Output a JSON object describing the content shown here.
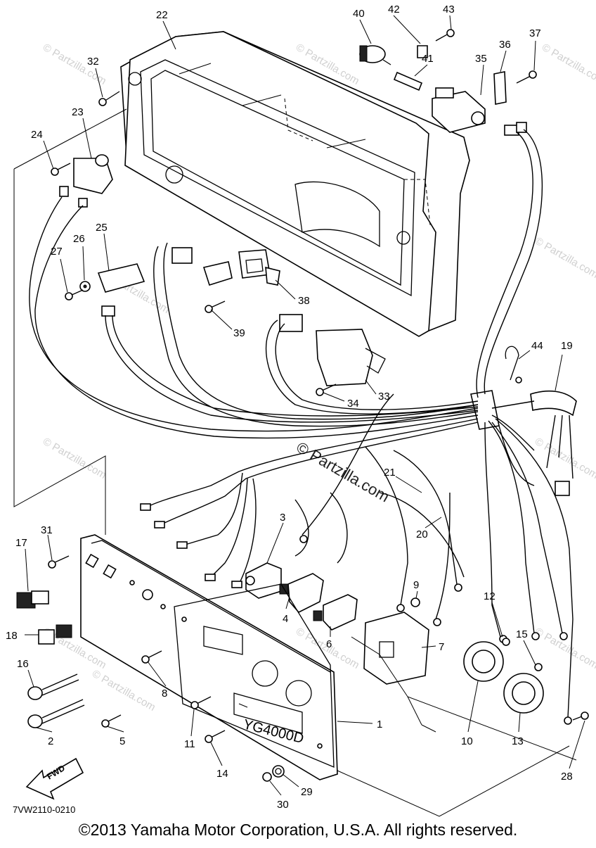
{
  "diagram": {
    "drawing_code": "7VW2110-0210",
    "copyright": "©2013 Yamaha Motor Corporation, U.S.A. All rights reserved.",
    "panel_model_label": "YG4000D",
    "direction_label": "FWD",
    "watermark_text": "© Partzilla.com",
    "watermark_center": "© Partzilla.com"
  },
  "callouts": [
    {
      "id": "c22",
      "label": "22"
    },
    {
      "id": "c40",
      "label": "40"
    },
    {
      "id": "c42",
      "label": "42"
    },
    {
      "id": "c43",
      "label": "43"
    },
    {
      "id": "c37",
      "label": "37"
    },
    {
      "id": "c32",
      "label": "32"
    },
    {
      "id": "c41",
      "label": "41"
    },
    {
      "id": "c35",
      "label": "35"
    },
    {
      "id": "c36",
      "label": "36"
    },
    {
      "id": "c23",
      "label": "23"
    },
    {
      "id": "c24",
      "label": "24"
    },
    {
      "id": "c25",
      "label": "25"
    },
    {
      "id": "c26",
      "label": "26"
    },
    {
      "id": "c27",
      "label": "27"
    },
    {
      "id": "c38",
      "label": "38"
    },
    {
      "id": "c39",
      "label": "39"
    },
    {
      "id": "c44",
      "label": "44"
    },
    {
      "id": "c19",
      "label": "19"
    },
    {
      "id": "c33",
      "label": "33"
    },
    {
      "id": "c34",
      "label": "34"
    },
    {
      "id": "c21",
      "label": "21"
    },
    {
      "id": "c3",
      "label": "3"
    },
    {
      "id": "c20",
      "label": "20"
    },
    {
      "id": "c31",
      "label": "31"
    },
    {
      "id": "c17",
      "label": "17"
    },
    {
      "id": "c9",
      "label": "9"
    },
    {
      "id": "c12",
      "label": "12"
    },
    {
      "id": "c4",
      "label": "4"
    },
    {
      "id": "c15",
      "label": "15"
    },
    {
      "id": "c18",
      "label": "18"
    },
    {
      "id": "c6",
      "label": "6"
    },
    {
      "id": "c7",
      "label": "7"
    },
    {
      "id": "c16",
      "label": "16"
    },
    {
      "id": "c8",
      "label": "8"
    },
    {
      "id": "c1",
      "label": "1"
    },
    {
      "id": "c2",
      "label": "2"
    },
    {
      "id": "c5",
      "label": "5"
    },
    {
      "id": "c11",
      "label": "11"
    },
    {
      "id": "c10",
      "label": "10"
    },
    {
      "id": "c13",
      "label": "13"
    },
    {
      "id": "c14",
      "label": "14"
    },
    {
      "id": "c28",
      "label": "28"
    },
    {
      "id": "c29",
      "label": "29"
    },
    {
      "id": "c30",
      "label": "30"
    }
  ]
}
